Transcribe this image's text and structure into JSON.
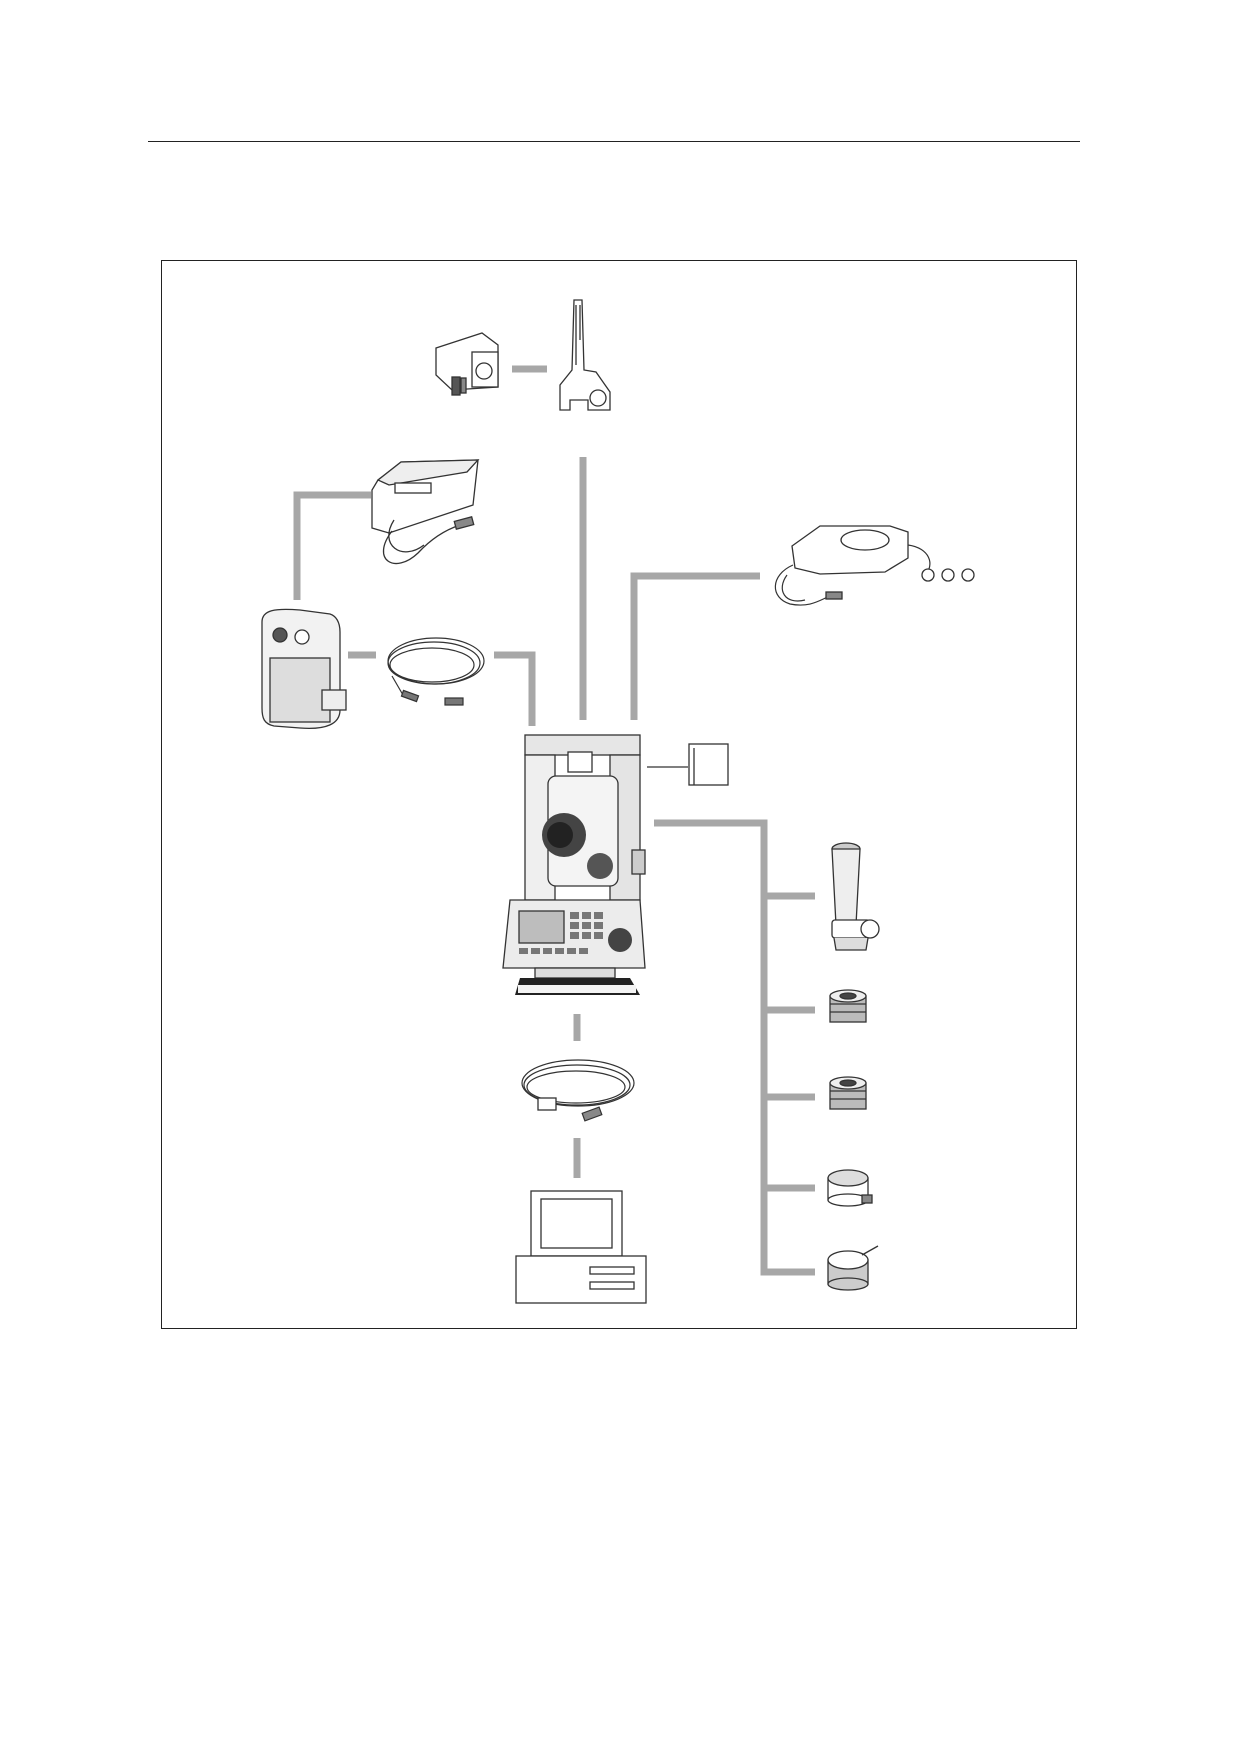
{
  "page": {
    "header_rule": true
  },
  "diagram": {
    "type": "system-configuration",
    "connector_color": "#a7a7a7",
    "outline_color": "#333333",
    "components": [
      "tubular-compass",
      "trough-compass-holder",
      "battery-charger",
      "external-battery-pack",
      "power-cable",
      "ac-adapter",
      "total-station",
      "memory-card",
      "diagonal-eyepiece",
      "eyepiece-lens-a",
      "eyepiece-lens-b",
      "solar-filter",
      "lens-cap",
      "data-cable",
      "personal-computer"
    ]
  }
}
